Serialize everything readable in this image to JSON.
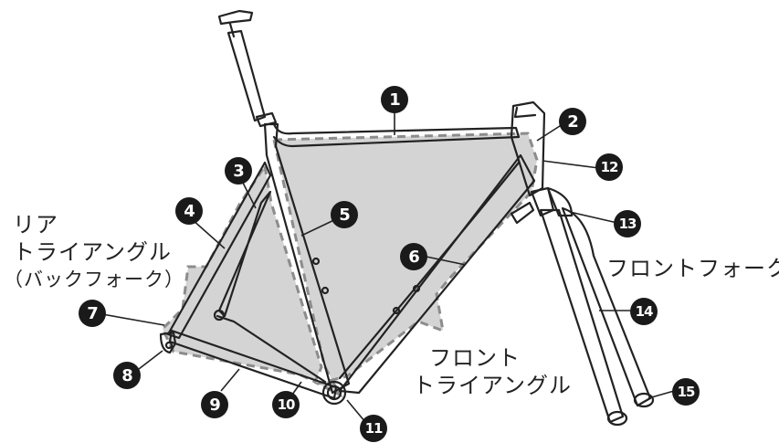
{
  "labels": {
    "rear_triangle_1": "リア",
    "rear_triangle_2": "トライアングル",
    "rear_triangle_3": "（バックフォーク）",
    "front_triangle_1": "フロント",
    "front_triangle_2": "トライアングル",
    "front_fork": "フロントフォーク"
  },
  "callouts": [
    "1",
    "2",
    "3",
    "4",
    "5",
    "6",
    "7",
    "8",
    "9",
    "10",
    "11",
    "12",
    "13",
    "14",
    "15"
  ],
  "colors": {
    "fill": "#d4d4d4",
    "line": "#222222",
    "dash": "#8c8c8c",
    "badge": "#1a1a1a"
  }
}
